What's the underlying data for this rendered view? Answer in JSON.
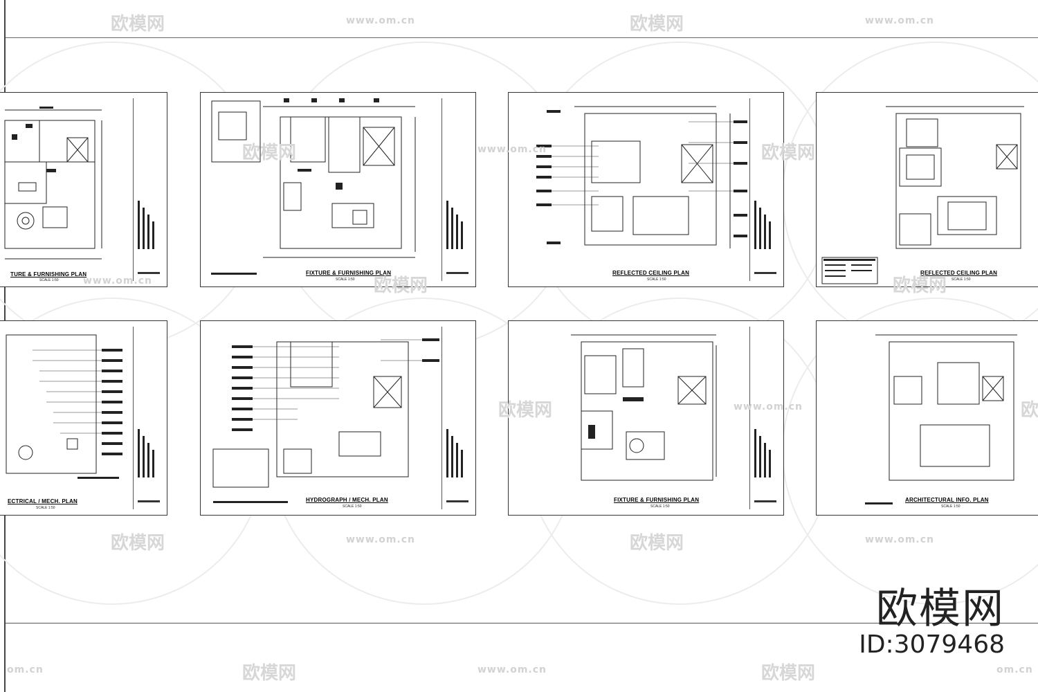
{
  "sheets": [
    {
      "title": "TURE & FURNISHING PLAN",
      "scale": "SCALE 1:50"
    },
    {
      "title": "FIXTURE & FURNISHING PLAN",
      "scale": "SCALE 1:50"
    },
    {
      "title": "REFLECTED CEILING PLAN",
      "scale": "SCALE 1:50"
    },
    {
      "title": "REFLECTED CEILING PLAN",
      "scale": "SCALE 1:50"
    },
    {
      "title": "ECTRICAL / MECH. PLAN",
      "scale": "SCALE 1:50"
    },
    {
      "title": "HYDROGRAPH / MECH. PLAN",
      "scale": "SCALE 1:50"
    },
    {
      "title": "FIXTURE & FURNISHING PLAN",
      "scale": "SCALE 1:50"
    },
    {
      "title": "ARCHITECTURAL INFO. PLAN",
      "scale": "SCALE 1:50"
    }
  ],
  "watermark": {
    "name": "欧模网",
    "url": "www.om.cn",
    "short_url": "om.cn"
  },
  "brand": {
    "name": "欧模网",
    "id": "ID:3079468"
  }
}
